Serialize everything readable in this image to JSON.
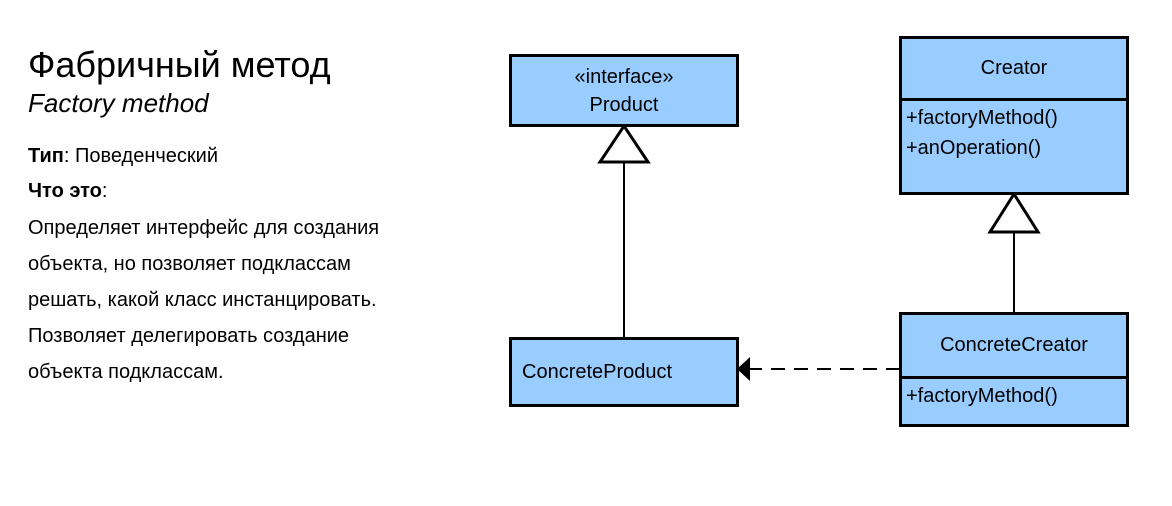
{
  "title": "Фабричный метод",
  "subtitle": "Factory method",
  "type_label": "Тип",
  "type_value": ": Поведенческий",
  "what_label": "Что это",
  "what_colon": ":",
  "description": "Определяет интерфейс для создания объекта, но позволяет подклассам решать, какой класс инстанцировать. Позволяет делегировать создание объекта подклассам.",
  "diagram": {
    "product": {
      "stereotype": "«interface»",
      "name": "Product"
    },
    "concrete_product": {
      "name": "ConcreteProduct"
    },
    "creator": {
      "name": "Creator",
      "ops": [
        "+factoryMethod()",
        "+anOperation()"
      ]
    },
    "concrete_creator": {
      "name": "ConcreteCreator",
      "ops": [
        "+factoryMethod()"
      ]
    },
    "fill_color": "#99ccff"
  }
}
